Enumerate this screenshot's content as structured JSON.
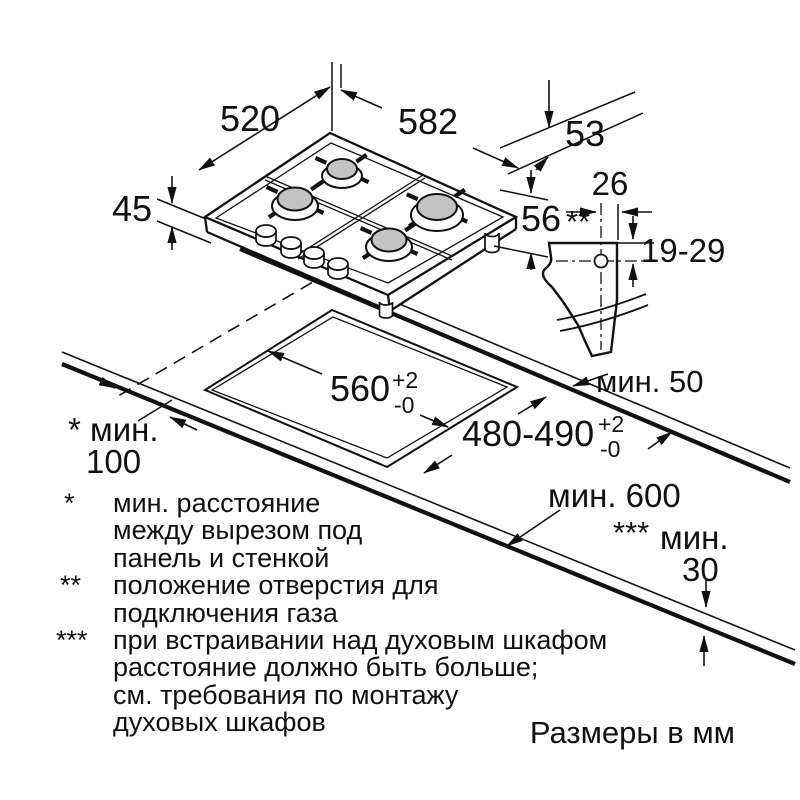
{
  "units_note": "Размеры в мм",
  "colors": {
    "line": "#111111",
    "burner_fill": "#c3c3c3",
    "background": "#ffffff"
  },
  "hob": {
    "depth": "520",
    "width": "582",
    "rear_offset": "53",
    "body_height": "45",
    "height_with_feet": "56"
  },
  "gas_connection": {
    "marker": "**",
    "offset_from_edge": "26",
    "offset_from_top": "19-29"
  },
  "cutout": {
    "width": "560",
    "width_tol_plus": "+2",
    "width_tol_minus": "-0",
    "depth": "480-490",
    "depth_tol_plus": "+2",
    "depth_tol_minus": "-0"
  },
  "clearances": {
    "rear": "мин. 50",
    "side_label": "* мин.",
    "side_value": "100",
    "worktop_depth": "мин. 600",
    "front_stars": "***",
    "front_label": "мин.",
    "front_value": "30"
  },
  "notes": [
    {
      "marker": "*",
      "lines": [
        "мин. расстояние",
        "между вырезом под",
        "панель и стенкой"
      ]
    },
    {
      "marker": "**",
      "lines": [
        "положение отверстия для",
        "подключения газа"
      ]
    },
    {
      "marker": "***",
      "lines": [
        "при встраивании над духовым шкафом",
        "расстояние должно быть больше;",
        "см. требования по монтажу",
        "духовых шкафов"
      ]
    }
  ]
}
